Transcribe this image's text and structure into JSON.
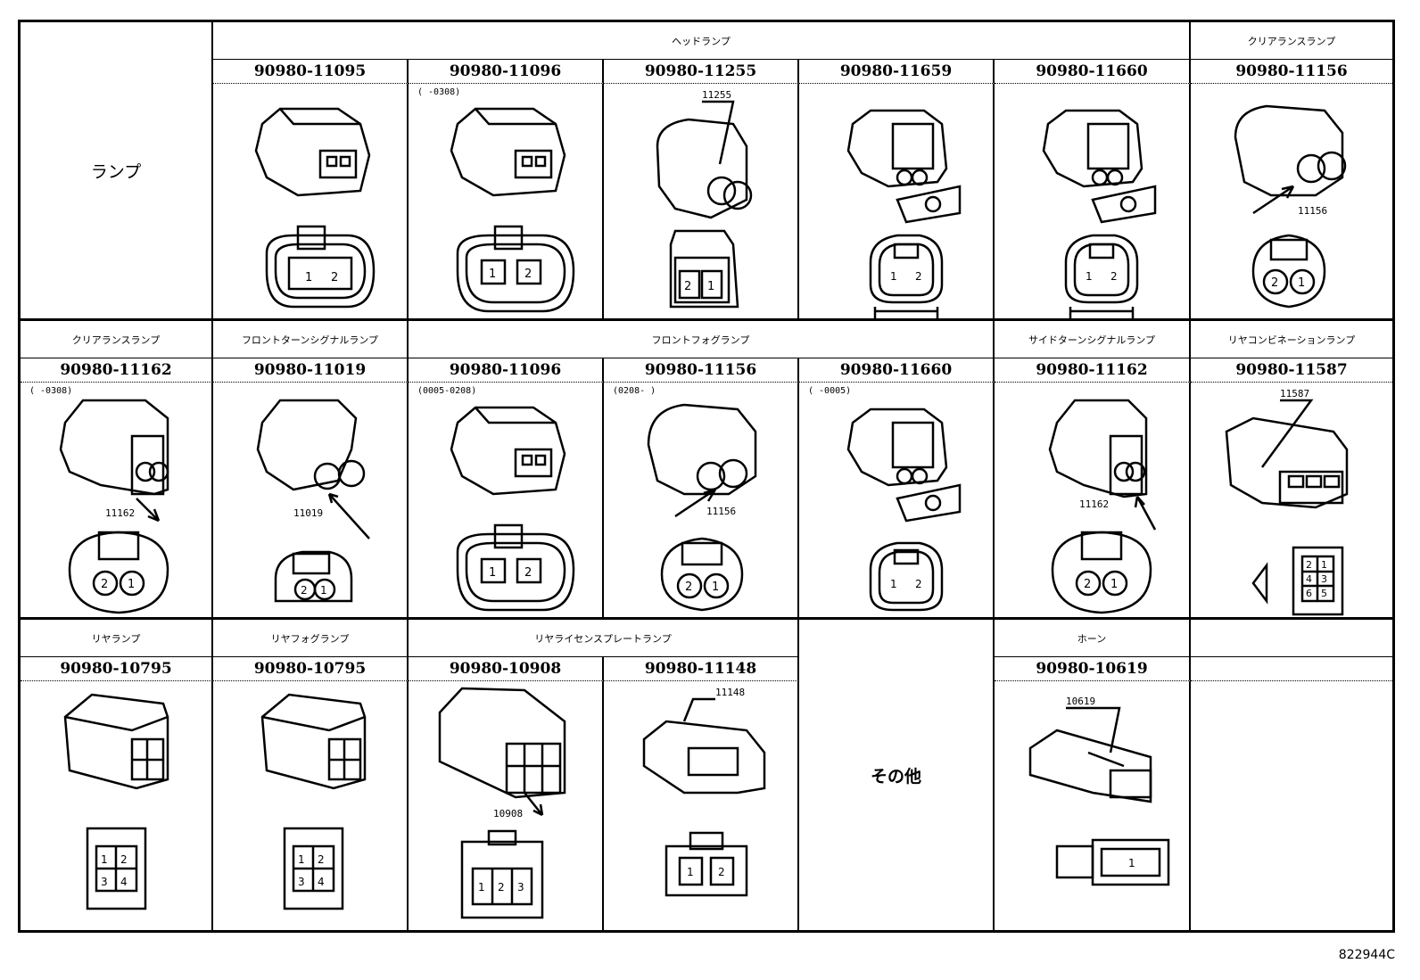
{
  "row1": {
    "label": "ランプ",
    "header_group": "ヘッドランプ",
    "header_clearance": "クリアランスランプ",
    "parts": [
      "90980-11095",
      "90980-11096",
      "90980-11255",
      "90980-11659",
      "90980-11660",
      "90980-11156"
    ],
    "notes": [
      "",
      "(     -0308)",
      "",
      "",
      "",
      ""
    ],
    "callouts": [
      "",
      "",
      "11255",
      "",
      "",
      "11156"
    ],
    "pins": [
      [
        "1",
        "2"
      ],
      [
        "1",
        "2"
      ],
      [
        "2",
        "1"
      ],
      [
        "1",
        "2"
      ],
      [
        "1",
        "2"
      ],
      [
        "2",
        "1"
      ]
    ]
  },
  "row2": {
    "headers": [
      "クリアランスランプ",
      "フロントターンシグナルランプ",
      "フロントフォグランプ",
      "サイドターンシグナルランプ",
      "リヤコンビネーションランプ"
    ],
    "parts": [
      "90980-11162",
      "90980-11019",
      "90980-11096",
      "90980-11156",
      "90980-11660",
      "90980-11162",
      "90980-11587"
    ],
    "notes": [
      "(     -0308)",
      "",
      "(0005-0208)",
      "(0208-      )",
      "(     -0005)",
      "",
      ""
    ],
    "callouts": [
      "11162",
      "11019",
      "",
      "11156",
      "",
      "11162",
      "11587"
    ],
    "pins": [
      [
        "2",
        "1"
      ],
      [
        "2",
        "1"
      ],
      [
        "1",
        "2"
      ],
      [
        "2",
        "1"
      ],
      [
        "1",
        "2"
      ],
      [
        "2",
        "1"
      ],
      [
        "2",
        "1",
        "4",
        "3",
        "6",
        "5"
      ]
    ]
  },
  "row3": {
    "headers": [
      "リヤランプ",
      "リヤフォグランプ",
      "リヤライセンスプレートランプ",
      "ホーン"
    ],
    "parts": [
      "90980-10795",
      "90980-10795",
      "90980-10908",
      "90980-11148",
      "90980-10619"
    ],
    "callouts": [
      "",
      "",
      "10908",
      "11148",
      "10619"
    ],
    "pins": [
      [
        "1",
        "2",
        "3",
        "4"
      ],
      [
        "1",
        "2",
        "3",
        "4"
      ],
      [
        "1",
        "2",
        "3"
      ],
      [
        "1",
        "2"
      ],
      [
        "1"
      ]
    ],
    "other": "その他"
  },
  "drawing_code": "822944C"
}
